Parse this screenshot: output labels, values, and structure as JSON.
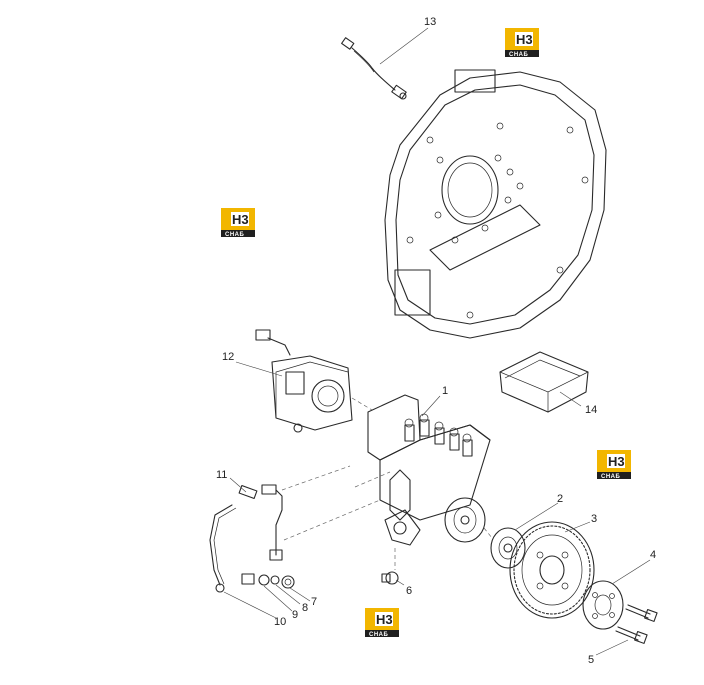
{
  "watermark": {
    "text": "CHAБ",
    "mark": "H3",
    "color_yellow": "#f2b600",
    "color_dark": "#1f1f1f"
  },
  "callouts": {
    "c1": "1",
    "c2": "2",
    "c3": "3",
    "c4": "4",
    "c5": "5",
    "c6": "6",
    "c7": "7",
    "c8": "8",
    "c9": "9",
    "c10": "10",
    "c11": "11",
    "c12": "12",
    "c13": "13",
    "c14": "14"
  }
}
